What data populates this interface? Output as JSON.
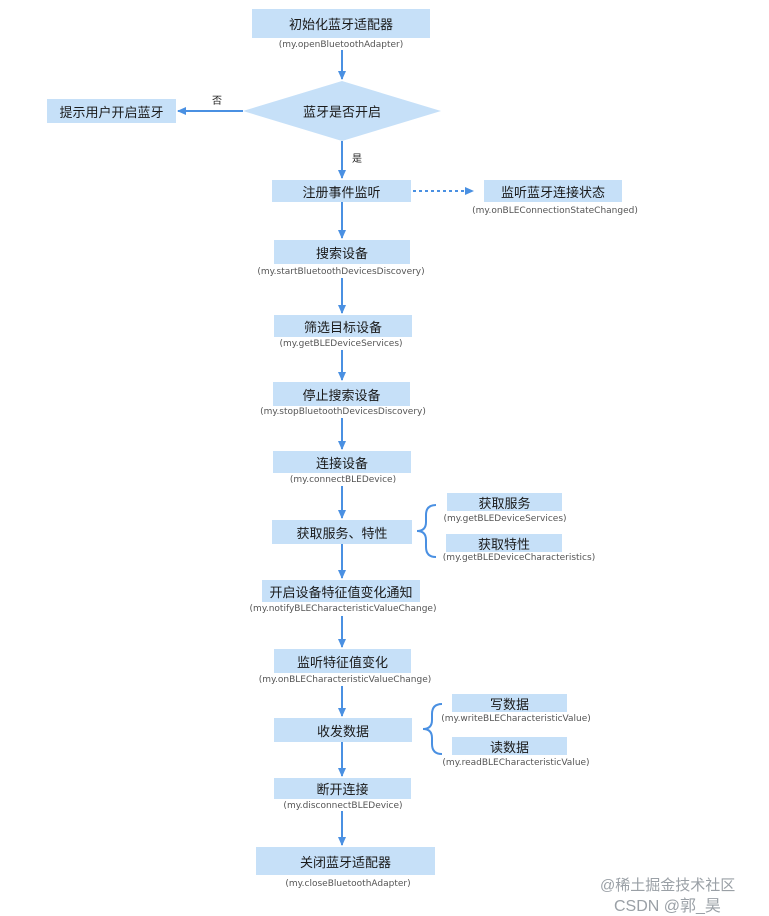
{
  "nodes": {
    "init": {
      "label": "初始化蓝牙适配器",
      "api": "(my.openBluetoothAdapter)"
    },
    "bt_check": {
      "label": "蓝牙是否开启"
    },
    "prompt": {
      "label": "提示用户开启蓝牙"
    },
    "register": {
      "label": "注册事件监听"
    },
    "listen_state": {
      "label": "监听蓝牙连接状态",
      "api": "(my.onBLEConnectionStateChanged)"
    },
    "search": {
      "label": "搜索设备",
      "api": "(my.startBluetoothDevicesDiscovery)"
    },
    "filter": {
      "label": "筛选目标设备",
      "api": "(my.getBLEDeviceServices)"
    },
    "stop": {
      "label": "停止搜索设备",
      "api": "(my.stopBluetoothDevicesDiscovery)"
    },
    "connect": {
      "label": "连接设备",
      "api": "(my.connectBLEDevice)"
    },
    "get_svc_char": {
      "label": "获取服务、特性"
    },
    "get_services": {
      "label": "获取服务",
      "api": "(my.getBLEDeviceServices)"
    },
    "get_chars": {
      "label": "获取特性",
      "api": "(my.getBLEDeviceCharacteristics)"
    },
    "notify": {
      "label": "开启设备特征值变化通知",
      "api": "(my.notifyBLECharacteristicValueChange)"
    },
    "listen_char": {
      "label": "监听特征值变化",
      "api": "(my.onBLECharacteristicValueChange)"
    },
    "transceive": {
      "label": "收发数据"
    },
    "write": {
      "label": "写数据",
      "api": "(my.writeBLECharacteristicValue)"
    },
    "read": {
      "label": "读数据",
      "api": "(my.readBLECharacteristicValue)"
    },
    "disconnect": {
      "label": "断开连接",
      "api": "(my.disconnectBLEDevice)"
    },
    "close": {
      "label": "关闭蓝牙适配器",
      "api": "(my.closeBluetoothAdapter)"
    }
  },
  "edge_labels": {
    "no": "否",
    "yes": "是"
  },
  "watermark": {
    "line1": "@稀土掘金技术社区",
    "line2": "CSDN @郭_昊"
  },
  "colors": {
    "box_fill": "#c6e0f8",
    "arrow": "#4a90e2",
    "text": "#1a1a1a",
    "api_text": "#555555"
  }
}
